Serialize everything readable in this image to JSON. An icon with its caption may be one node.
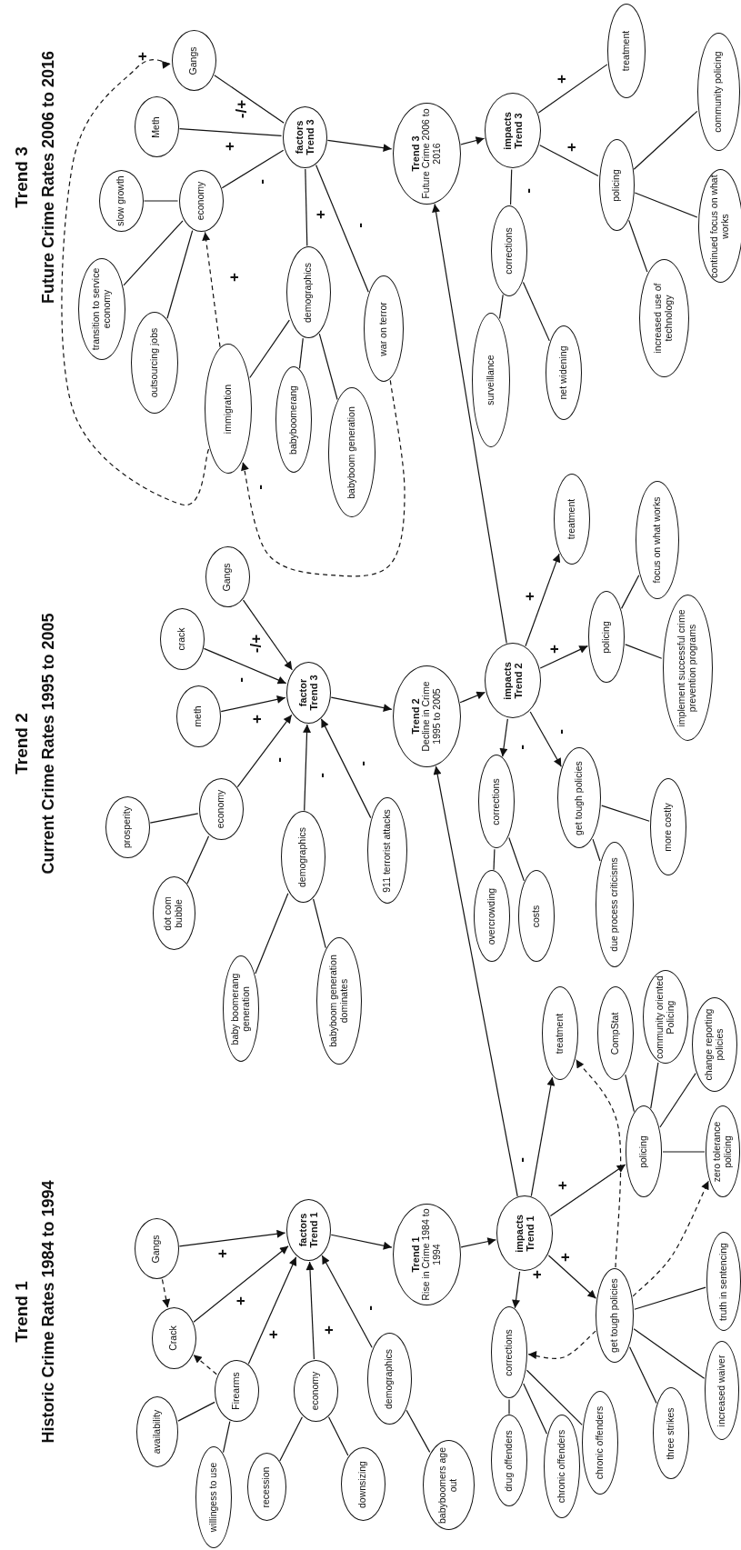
{
  "diagram": {
    "nodes": [
      {
        "text": [
          "Gangs"
        ]
      },
      {
        "text": [
          "Crack"
        ]
      },
      {
        "text": [
          "Firearms"
        ]
      },
      {
        "text": [
          "availability"
        ]
      },
      {
        "text": [
          "willingess to use"
        ]
      },
      {
        "text": [
          "factors Trend 1"
        ]
      },
      {
        "text": [
          "economy"
        ]
      },
      {
        "text": [
          "recession"
        ]
      },
      {
        "text": [
          "downsizing"
        ]
      },
      {
        "text": [
          "demographics"
        ]
      },
      {
        "text": [
          "babyboomers age out"
        ]
      },
      {
        "text": [
          "Trend 1",
          "Rise in Crime 1984 to 1994"
        ]
      },
      {
        "text": [
          "impacts Trend 1"
        ]
      },
      {
        "text": [
          "corrections"
        ]
      },
      {
        "text": [
          "drug offenders"
        ]
      },
      {
        "text": [
          "chronic offenders"
        ]
      },
      {
        "text": [
          "chronic offenders"
        ]
      },
      {
        "text": [
          "get tough policies"
        ]
      },
      {
        "text": [
          "three strikes"
        ]
      },
      {
        "text": [
          "increased waiver"
        ]
      },
      {
        "text": [
          "truth in sentencing"
        ]
      },
      {
        "text": [
          "policing"
        ]
      },
      {
        "text": [
          "zero tolerance policing"
        ]
      },
      {
        "text": [
          "treatment"
        ]
      },
      {
        "text": [
          "CompStat"
        ]
      },
      {
        "text": [
          "community oriented Policing"
        ]
      },
      {
        "text": [
          "change reporting policies"
        ]
      },
      {
        "text": [
          "Gangs"
        ]
      },
      {
        "text": [
          "crack"
        ]
      },
      {
        "text": [
          "meth"
        ]
      },
      {
        "text": [
          "factor Trend 3"
        ]
      },
      {
        "text": [
          "prosperity"
        ]
      },
      {
        "text": [
          "economy"
        ]
      },
      {
        "text": [
          "dot com bubble"
        ]
      },
      {
        "text": [
          "demographics"
        ]
      },
      {
        "text": [
          "baby boomerang generation"
        ]
      },
      {
        "text": [
          "babyboom generation dominates"
        ]
      },
      {
        "text": [
          "911 terrorist attacks"
        ]
      },
      {
        "text": [
          "Trend 2",
          "Decline in Crime 1995 to 2005"
        ]
      },
      {
        "text": [
          "impacts Trend 2"
        ]
      },
      {
        "text": [
          "treatment"
        ]
      },
      {
        "text": [
          "focus on what works"
        ]
      },
      {
        "text": [
          "policing"
        ]
      },
      {
        "text": [
          "implement successful crime prevention programs"
        ]
      },
      {
        "text": [
          "corrections"
        ]
      },
      {
        "text": [
          "overcrowding"
        ]
      },
      {
        "text": [
          "costs"
        ]
      },
      {
        "text": [
          "get tough policies"
        ]
      },
      {
        "text": [
          "more costly"
        ]
      },
      {
        "text": [
          "due process criticisms"
        ]
      },
      {
        "text": [
          "Gangs"
        ]
      },
      {
        "text": [
          "Meth"
        ]
      },
      {
        "text": [
          "factors Trend 3"
        ]
      },
      {
        "text": [
          "slow growth"
        ]
      },
      {
        "text": [
          "economy"
        ]
      },
      {
        "text": [
          "transition to service economy"
        ]
      },
      {
        "text": [
          "outsourcing jobs"
        ]
      },
      {
        "text": [
          "demographics"
        ]
      },
      {
        "text": [
          "war on terror"
        ]
      },
      {
        "text": [
          "immigration"
        ]
      },
      {
        "text": [
          "babyboomerang"
        ]
      },
      {
        "text": [
          "babyboom generation"
        ]
      },
      {
        "text": [
          "Trend 3",
          "Future Crime 2006 to 2016"
        ]
      },
      {
        "text": [
          "impacts Trend 3"
        ]
      },
      {
        "text": [
          "treatment"
        ]
      },
      {
        "text": [
          "community policing"
        ]
      },
      {
        "text": [
          "policing"
        ]
      },
      {
        "text": [
          "continued focus on what works"
        ]
      },
      {
        "text": [
          "increased use of technology"
        ]
      },
      {
        "text": [
          "corrections"
        ]
      },
      {
        "text": [
          "surveillance"
        ]
      },
      {
        "text": [
          "net widening"
        ]
      }
    ],
    "edges": [
      {
        "from": 0,
        "to": 5,
        "arrow": "to",
        "label": "+"
      },
      {
        "from": 1,
        "to": 5,
        "arrow": "to",
        "label": "+"
      },
      {
        "from": 2,
        "to": 5,
        "arrow": "to",
        "label": "+"
      },
      {
        "from": 6,
        "to": 5,
        "arrow": "to",
        "label": "+"
      },
      {
        "from": 9,
        "to": 5,
        "arrow": "to",
        "label": "-"
      },
      {
        "from": 0,
        "to": 1,
        "arrow": "to",
        "style": "dashed"
      },
      {
        "from": 2,
        "to": 1,
        "arrow": "to",
        "style": "dashed"
      },
      {
        "from": 3,
        "to": 2,
        "arrow": "none"
      },
      {
        "from": 4,
        "to": 2,
        "arrow": "none"
      },
      {
        "from": 7,
        "to": 6,
        "arrow": "none"
      },
      {
        "from": 8,
        "to": 6,
        "arrow": "none"
      },
      {
        "from": 10,
        "to": 9,
        "arrow": "none"
      },
      {
        "from": 5,
        "to": 11,
        "arrow": "to"
      },
      {
        "from": 11,
        "to": 12,
        "arrow": "to"
      },
      {
        "from": 12,
        "to": 13,
        "arrow": "to",
        "label": "+"
      },
      {
        "from": 12,
        "to": 17,
        "arrow": "to",
        "label": "+"
      },
      {
        "from": 12,
        "to": 21,
        "arrow": "to",
        "label": "+"
      },
      {
        "from": 12,
        "to": 23,
        "arrow": "to"
      },
      {
        "from": 12,
        "to": 38,
        "arrow": "to",
        "label": "-"
      },
      {
        "from": 13,
        "to": 14,
        "arrow": "none"
      },
      {
        "from": 13,
        "to": 15,
        "arrow": "none"
      },
      {
        "from": 13,
        "to": 16,
        "arrow": "none"
      },
      {
        "from": 17,
        "to": 13,
        "arrow": "to",
        "style": "dashed"
      },
      {
        "from": 17,
        "to": 22,
        "arrow": "to",
        "style": "dashed"
      },
      {
        "from": 17,
        "to": 23,
        "arrow": "to",
        "style": "dashed"
      },
      {
        "from": 17,
        "to": 18,
        "arrow": "none"
      },
      {
        "from": 17,
        "to": 19,
        "arrow": "none"
      },
      {
        "from": 17,
        "to": 20,
        "arrow": "none"
      },
      {
        "from": 21,
        "to": 22,
        "arrow": "none"
      },
      {
        "from": 21,
        "to": 24,
        "arrow": "none"
      },
      {
        "from": 21,
        "to": 25,
        "arrow": "none"
      },
      {
        "from": 21,
        "to": 26,
        "arrow": "none"
      },
      {
        "from": 27,
        "to": 30,
        "arrow": "to",
        "label": "-/+"
      },
      {
        "from": 28,
        "to": 30,
        "arrow": "to",
        "label": "-"
      },
      {
        "from": 29,
        "to": 30,
        "arrow": "to",
        "label": "+"
      },
      {
        "from": 32,
        "to": 30,
        "arrow": "to",
        "label": "-"
      },
      {
        "from": 34,
        "to": 30,
        "arrow": "to",
        "label": "-"
      },
      {
        "from": 37,
        "to": 30,
        "arrow": "to",
        "label": "-"
      },
      {
        "from": 31,
        "to": 32,
        "arrow": "none"
      },
      {
        "from": 33,
        "to": 32,
        "arrow": "none"
      },
      {
        "from": 35,
        "to": 34,
        "arrow": "none"
      },
      {
        "from": 36,
        "to": 34,
        "arrow": "none"
      },
      {
        "from": 30,
        "to": 38,
        "arrow": "to"
      },
      {
        "from": 38,
        "to": 39,
        "arrow": "to"
      },
      {
        "from": 39,
        "to": 40,
        "arrow": "to",
        "label": "+"
      },
      {
        "from": 39,
        "to": 42,
        "arrow": "to",
        "label": "+"
      },
      {
        "from": 39,
        "to": 44,
        "arrow": "to",
        "label": "-"
      },
      {
        "from": 39,
        "to": 47,
        "arrow": "to",
        "label": "-"
      },
      {
        "from": 39,
        "to": 62,
        "arrow": "to"
      },
      {
        "from": 44,
        "to": 45,
        "arrow": "none"
      },
      {
        "from": 44,
        "to": 46,
        "arrow": "none"
      },
      {
        "from": 47,
        "to": 48,
        "arrow": "none"
      },
      {
        "from": 47,
        "to": 49,
        "arrow": "none"
      },
      {
        "from": 42,
        "to": 41,
        "arrow": "none"
      },
      {
        "from": 42,
        "to": 43,
        "arrow": "none"
      },
      {
        "from": 50,
        "to": 52,
        "arrow": "none",
        "label": "-/+"
      },
      {
        "from": 51,
        "to": 52,
        "arrow": "none",
        "label": "+"
      },
      {
        "from": 54,
        "to": 52,
        "arrow": "none",
        "label": "-"
      },
      {
        "from": 57,
        "to": 52,
        "arrow": "none",
        "label": "+"
      },
      {
        "from": 58,
        "to": 52,
        "arrow": "none",
        "label": "-"
      },
      {
        "from": 53,
        "to": 54,
        "arrow": "none"
      },
      {
        "from": 55,
        "to": 54,
        "arrow": "none"
      },
      {
        "from": 56,
        "to": 54,
        "arrow": "none"
      },
      {
        "from": 59,
        "to": 57,
        "arrow": "none"
      },
      {
        "from": 60,
        "to": 57,
        "arrow": "none"
      },
      {
        "from": 61,
        "to": 57,
        "arrow": "none"
      },
      {
        "from": 59,
        "to": 54,
        "arrow": "to",
        "style": "dashed",
        "label": "+"
      },
      {
        "from": 59,
        "to": 50,
        "arrow": "to",
        "style": "dashed",
        "label": "+"
      },
      {
        "from": 58,
        "to": 59,
        "arrow": "to",
        "style": "dashed",
        "label": "-"
      },
      {
        "from": 52,
        "to": 62,
        "arrow": "to"
      },
      {
        "from": 62,
        "to": 63,
        "arrow": "to"
      },
      {
        "from": 63,
        "to": 64,
        "arrow": "none",
        "label": "+"
      },
      {
        "from": 63,
        "to": 66,
        "arrow": "none",
        "label": "+"
      },
      {
        "from": 63,
        "to": 69,
        "arrow": "none",
        "label": "-"
      },
      {
        "from": 66,
        "to": 65,
        "arrow": "none"
      },
      {
        "from": 66,
        "to": 67,
        "arrow": "none"
      },
      {
        "from": 66,
        "to": 68,
        "arrow": "none"
      },
      {
        "from": 69,
        "to": 70,
        "arrow": "none"
      },
      {
        "from": 69,
        "to": 71,
        "arrow": "none"
      }
    ],
    "labels": [
      "Trend 1",
      "Historic Crime Rates 1984 to 1994",
      "Trend 2",
      "Current Crime Rates 1995 to 2005",
      "Trend 3",
      "Future Crime Rates 2006 to 2016"
    ]
  }
}
